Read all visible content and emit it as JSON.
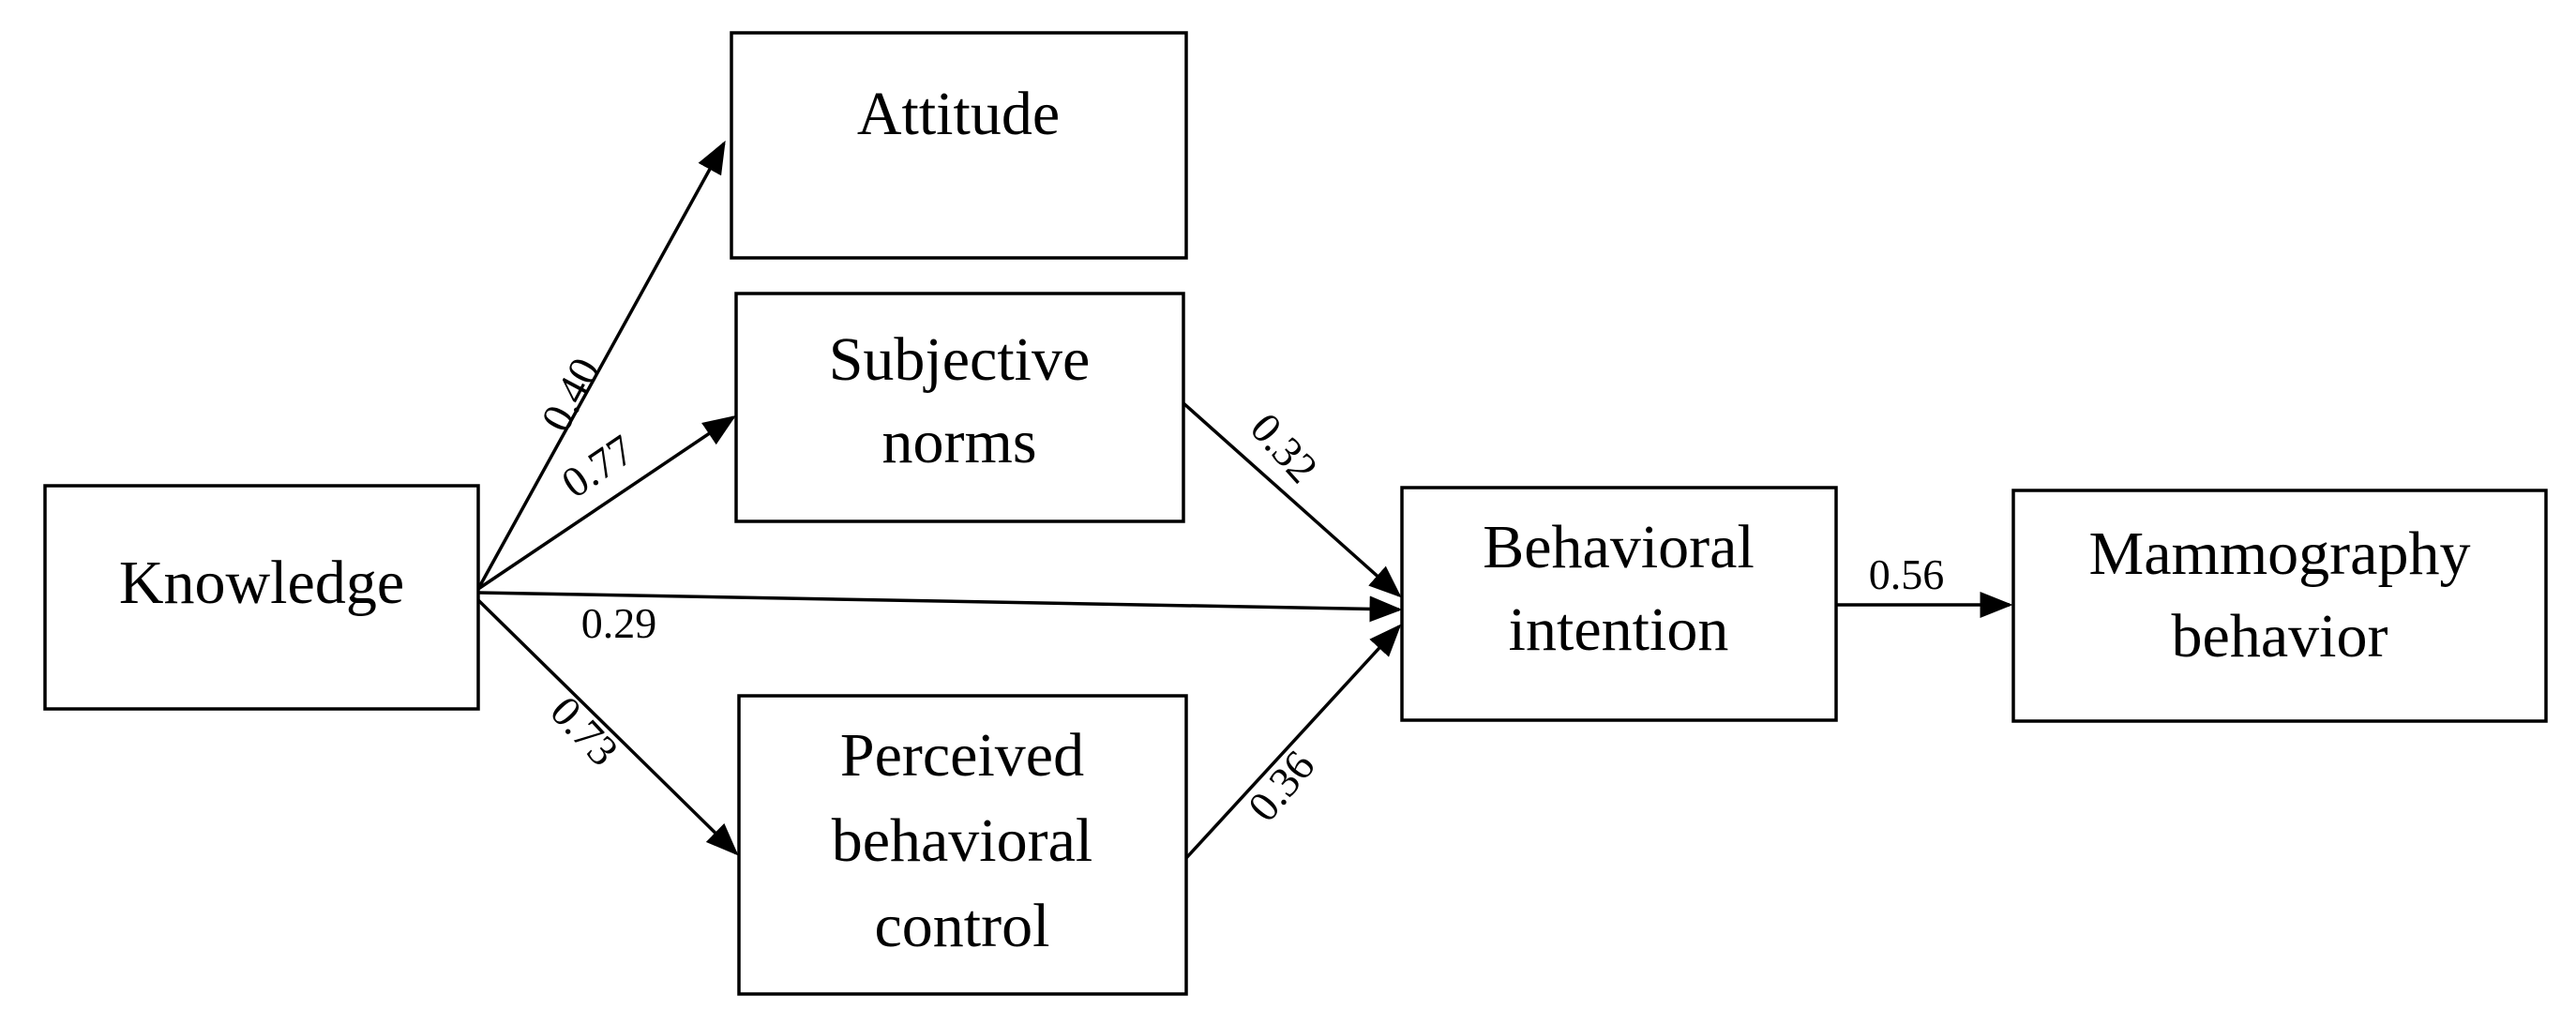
{
  "nodes": {
    "knowledge": {
      "lines": [
        "Knowledge"
      ]
    },
    "attitude": {
      "lines": [
        "Attitude"
      ]
    },
    "subjective_norms": {
      "lines": [
        "Subjective",
        "norms"
      ]
    },
    "perceived_behavioral_control": {
      "lines": [
        "Perceived",
        "behavioral",
        "control"
      ]
    },
    "behavioral_intention": {
      "lines": [
        "Behavioral",
        "intention"
      ]
    },
    "mammography_behavior": {
      "lines": [
        "Mammography",
        "behavior"
      ]
    }
  },
  "edges": {
    "knowledge_to_attitude": {
      "from": "Knowledge",
      "to": "Attitude",
      "coefficient": "0.40"
    },
    "knowledge_to_subjective_norms": {
      "from": "Knowledge",
      "to": "Subjective norms",
      "coefficient": "0.77"
    },
    "knowledge_to_behavioral_intention": {
      "from": "Knowledge",
      "to": "Behavioral intention",
      "coefficient": "0.29"
    },
    "knowledge_to_perceived_behavioral_control": {
      "from": "Knowledge",
      "to": "Perceived behavioral control",
      "coefficient": "0.73"
    },
    "subjective_norms_to_behavioral_intention": {
      "from": "Subjective norms",
      "to": "Behavioral intention",
      "coefficient": "0.32"
    },
    "perceived_behavioral_control_to_behavioral_intention": {
      "from": "Perceived behavioral control",
      "to": "Behavioral intention",
      "coefficient": "0.36"
    },
    "behavioral_intention_to_mammography_behavior": {
      "from": "Behavioral intention",
      "to": "Mammography behavior",
      "coefficient": "0.56"
    }
  },
  "colors": {
    "line": "#000000",
    "box_fill": "#ffffff",
    "text": "#000000"
  }
}
